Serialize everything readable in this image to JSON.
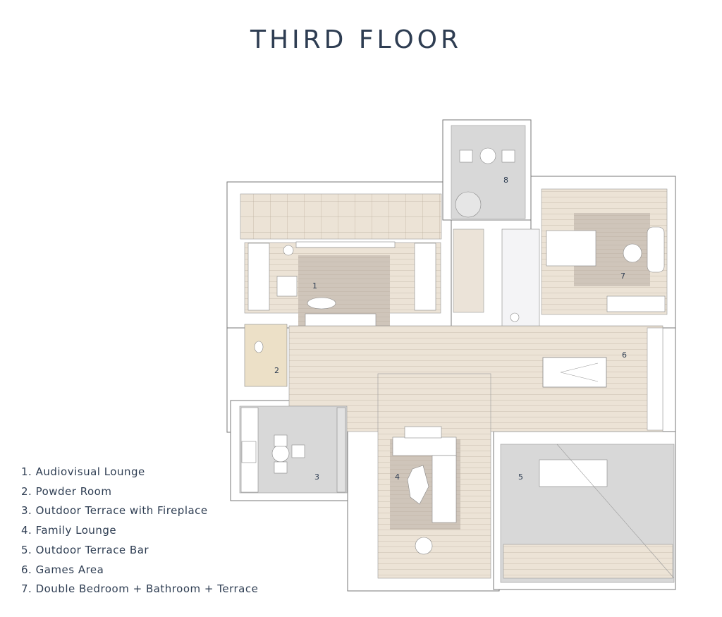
{
  "title": "THIRD FLOOR",
  "legend": [
    "1. Audiovisual Lounge",
    "2. Powder Room",
    "3. Outdoor Terrace with Fireplace",
    "4. Family Lounge",
    "5. Outdoor Terrace Bar",
    "6. Games Area",
    "7. Double Bedroom + Bathroom + Terrace"
  ],
  "room_numbers": {
    "r1": "1",
    "r2": "2",
    "r3": "3",
    "r4": "4",
    "r5": "5",
    "r6": "6",
    "r7": "7",
    "r8": "8"
  },
  "colors": {
    "text": "#2e3d52",
    "wood": "#ece3d6",
    "terrace": "#d8d8d8",
    "rug": "#cfc5ba",
    "wall": "#ffffff",
    "line": "#888888"
  }
}
